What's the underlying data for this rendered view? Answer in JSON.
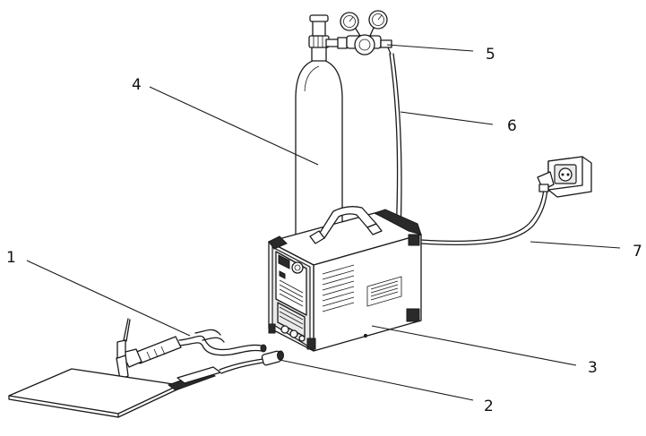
{
  "callouts": {
    "c1": "1",
    "c2": "2",
    "c3": "3",
    "c4": "4",
    "c5": "5",
    "c6": "6",
    "c7": "7"
  },
  "colors": {
    "ink": "#1a1a1a",
    "paper": "#ffffff",
    "panel": "#e9e9e9"
  }
}
